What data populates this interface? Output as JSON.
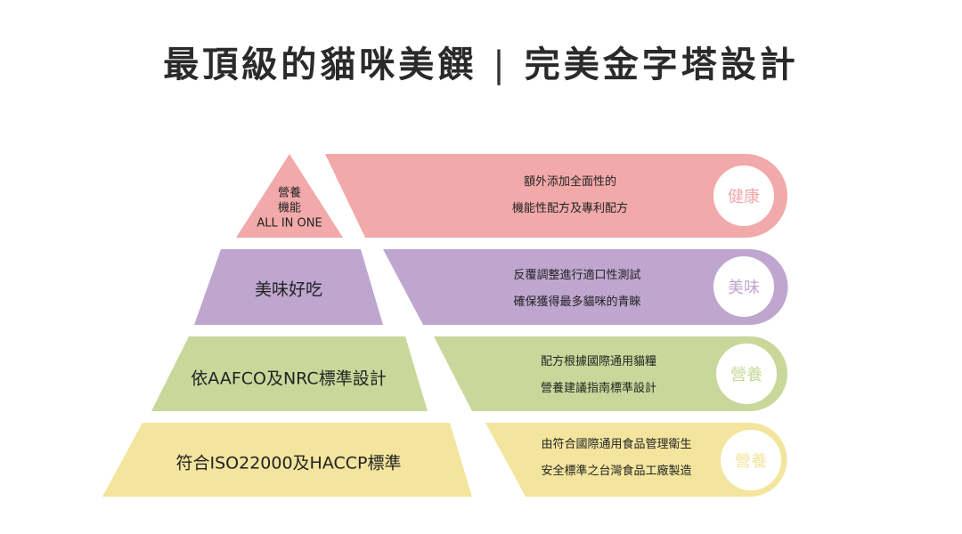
{
  "title": {
    "left": "最頂級的貓咪美饌",
    "right": "完美金字塔設計"
  },
  "colors": {
    "pink": "#f2a9a9",
    "purple": "#bfa6cf",
    "green": "#c9d89a",
    "yellow": "#f3e59e"
  },
  "levels": [
    {
      "pyramid_lines": [
        "營養",
        "機能",
        "ALL IN ONE"
      ],
      "desc": [
        "額外添加全面性的",
        "機能性配方及專利配方"
      ],
      "badge": "健康"
    },
    {
      "pyramid_lines": [
        "美味好吃"
      ],
      "desc": [
        "反覆調整進行適口性測試",
        "確保獲得最多貓咪的青睞"
      ],
      "badge": "美味"
    },
    {
      "pyramid_lines": [
        "依AAFCO及NRC標準設計"
      ],
      "desc": [
        "配方根據國際通用貓糧",
        "營養建議指南標準設計"
      ],
      "badge": "營養"
    },
    {
      "pyramid_lines": [
        "符合ISO22000及HACCP標準"
      ],
      "desc": [
        "由符合國際通用食品管理衛生",
        "安全標準之台灣食品工廠製造"
      ],
      "badge": "營養"
    }
  ]
}
